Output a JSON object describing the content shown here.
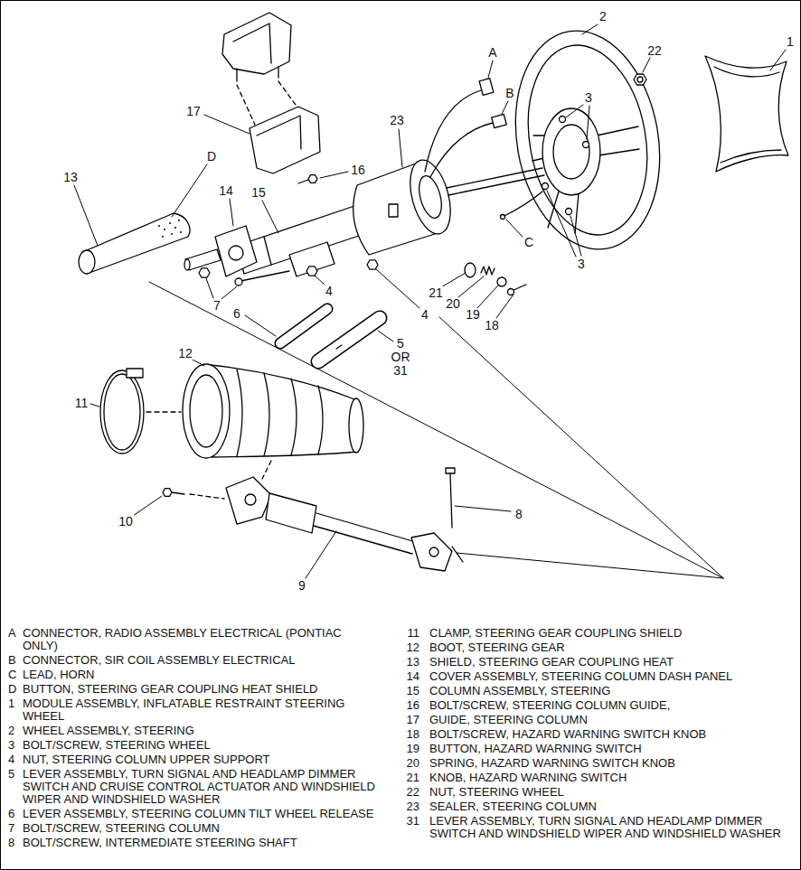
{
  "diagram": {
    "labels": [
      "1",
      "2",
      "3",
      "22",
      "A",
      "B",
      "23",
      "17",
      "16",
      "D",
      "13",
      "14",
      "15",
      "C",
      "3",
      "4",
      "4",
      "7",
      "6",
      "21",
      "20",
      "19",
      "18",
      "5",
      "OR",
      "31",
      "12",
      "11",
      "10",
      "8",
      "9",
      "A",
      "CONNECTOR, RADIO ASSEMBLY ELECTRICAL (PONTIAC ONLY)",
      "B",
      "CONNECTOR, SIR COIL ASSEMBLY ELECTRICAL",
      "C",
      "LEAD, HORN",
      "D",
      "BUTTON, STEERING GEAR COUPLING HEAT SHIELD",
      "1",
      "MODULE ASSEMBLY, INFLATABLE RESTRAINT STEERING WHEEL",
      "2",
      "WHEEL ASSEMBLY, STEERING",
      "3",
      "BOLT/SCREW, STEERING WHEEL",
      "4",
      "NUT, STEERING COLUMN UPPER SUPPORT",
      "5",
      "LEVER ASSEMBLY, TURN SIGNAL AND HEADLAMP DIMMER SWITCH AND CRUISE CONTROL ACTUATOR AND WINDSHIELD WIPER AND WINDSHIELD WASHER",
      "6",
      "LEVER ASSEMBLY, STEERING COLUMN TILT WHEEL RELEASE",
      "7",
      "BOLT/SCREW, STEERING COLUMN",
      "8",
      "BOLT/SCREW, INTERMEDIATE STEERING SHAFT",
      "11",
      "CLAMP, STEERING GEAR COUPLING SHIELD",
      "12",
      "BOOT, STEERING GEAR",
      "13",
      "SHIELD, STEERING GEAR COUPLING HEAT",
      "14",
      "COVER ASSEMBLY, STEERING COLUMN DASH PANEL",
      "15",
      "COLUMN ASSEMBLY, STEERING",
      "16",
      "BOLT/SCREW, STEERING COLUMN GUIDE,",
      "17",
      "GUIDE, STEERING COLUMN",
      "18",
      "BOLT/SCREW, HAZARD WARNING SWITCH KNOB",
      "19",
      "BUTTON, HAZARD WARNING SWITCH",
      "20",
      "SPRING, HAZARD WARNING SWITCH KNOB",
      "21",
      "KNOB, HAZARD WARNING SWITCH",
      "22",
      "NUT, STEERING WHEEL",
      "23",
      "SEALER, STEERING COLUMN",
      "31",
      "LEVER ASSEMBLY, TURN SIGNAL AND HEADLAMP DIMMER SWITCH AND WINDSHIELD WIPER AND WINDSHIELD WASHER"
    ]
  }
}
